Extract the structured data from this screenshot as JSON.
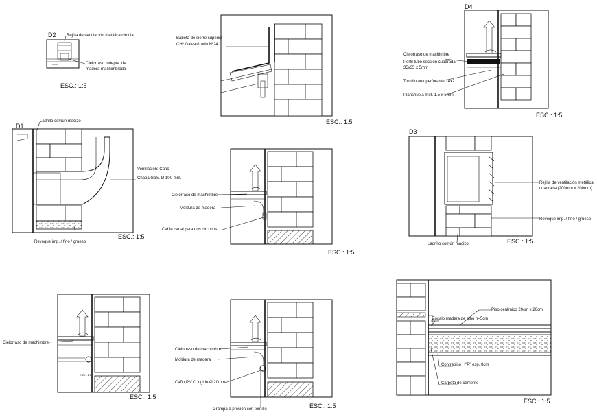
{
  "details": {
    "d2": {
      "id": "D2",
      "scale": "ESC.: 1:5",
      "labels": [
        "Rejilla de ventilación metálica circular",
        "Cielorraso indepte. de",
        "madera machimbrada"
      ]
    },
    "top_center": {
      "scale": "ESC.: 1:5",
      "labels": [
        "Babeta de cierre superior",
        "CHº Galvanizado Nº24"
      ]
    },
    "d4": {
      "id": "D4",
      "scale": "ESC.: 1:5",
      "labels": [
        "Cielorraso de machimbre",
        "Perfil tubo seccion cuadrada",
        "35x35 x 5mm",
        "Tornillo autoperforante 14x2",
        "Planchuela met. 1.5 x 5mm"
      ]
    },
    "d1": {
      "id": "D1",
      "scale": "ESC.: 1:5",
      "labels": [
        "Ladrillo común macizo",
        "Ventilación: Caño",
        "Chapa Galv. Ø 100 mm.",
        "Revoque imp. / fino / grueso"
      ]
    },
    "middle_center": {
      "scale": "ESC.: 1:5",
      "labels": [
        "Cielorraso de machimbre",
        "Moldura de madera",
        "Cable canal para dos circuitos"
      ]
    },
    "d3": {
      "id": "D3",
      "scale": "ESC.: 1:5",
      "labels": [
        "Rejilla de ventilación metálica",
        "cuadrada (200mm x 200mm)",
        "Revoque imp. / fino / grueso",
        "Ladrillo común macizo"
      ]
    },
    "bottom_left": {
      "scale": "ESC.: 1:5",
      "labels": [
        "Cielorraso de machimbre",
        "ESC.: 1:5"
      ]
    },
    "bottom_center": {
      "scale": "ESC.: 1:5",
      "labels": [
        "Cielorraso de machimbre",
        "Moldura de madera",
        "Caño P.V.C. rigido Ø 20mm",
        "Grampa a presión con tornillo"
      ]
    },
    "bottom_right": {
      "scale": "ESC.: 1:5",
      "labels": [
        "Piso cerámico 20cm x 20cm.",
        "Zócalo madera de pino h=5cm",
        "Contrapiso HºPº esp. 8cm",
        "Carpeta de cemento"
      ]
    }
  }
}
